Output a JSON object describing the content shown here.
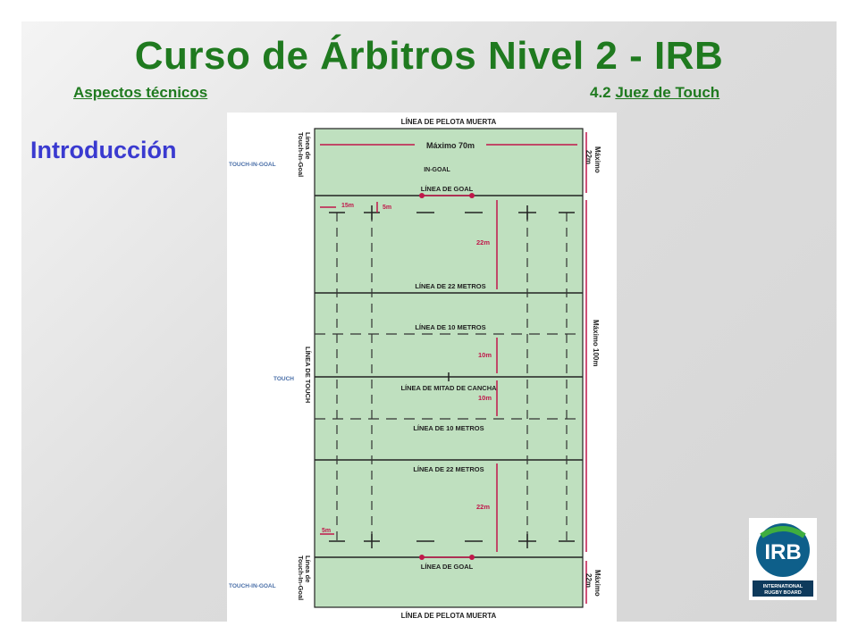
{
  "slide": {
    "title": "Curso de Árbitros Nivel 2 - IRB",
    "subtitle_left": "Aspectos técnicos",
    "subtitle_right_prefix": "4.2 ",
    "subtitle_right_link": "Juez de Touch",
    "section_heading": "Introducción"
  },
  "diagram": {
    "dead_ball_top": "LÍNEA DE PELOTA MUERTA",
    "dead_ball_bottom": "LÍNEA DE PELOTA MUERTA",
    "max_70": "Máximo 70m",
    "in_goal": "IN-GOAL",
    "goal_line_top": "LÍNEA DE GOAL",
    "goal_line_bottom": "LÍNEA DE GOAL",
    "line_22_top": "LÍNEA DE 22 METROS",
    "line_22_bottom": "LÍNEA DE 22 METROS",
    "line_10_top": "LÍNEA DE 10 METROS",
    "line_10_bottom": "LÍNEA DE 10 METROS",
    "halfway": "LÍNEA DE MITAD DE CANCHA",
    "touch_in_goal_top": "TOUCH-IN-GOAL",
    "touch_in_goal_bottom": "TOUCH-IN-GOAL",
    "touch": "TOUCH",
    "linea_de": "Línea de",
    "touch_in_goal_line": "Touch-In-Goal",
    "linea_de_touch": "LÍNEA DE TOUCH",
    "max_22": "Máximo",
    "max_22b": "22m",
    "max_100": "Máximo 100m",
    "m15": "15m",
    "m5": "5m",
    "m22": "22m",
    "m10": "10m"
  },
  "logo": {
    "initials": "IRB",
    "line1": "INTERNATIONAL",
    "line2": "RUGBY BOARD"
  },
  "colors": {
    "title_green": "#1f7a1f",
    "heading_blue": "#3a3ad0",
    "field_green": "#bfe0bf",
    "measure_red": "#c0174a",
    "touch_blue": "#4a6fa8"
  }
}
